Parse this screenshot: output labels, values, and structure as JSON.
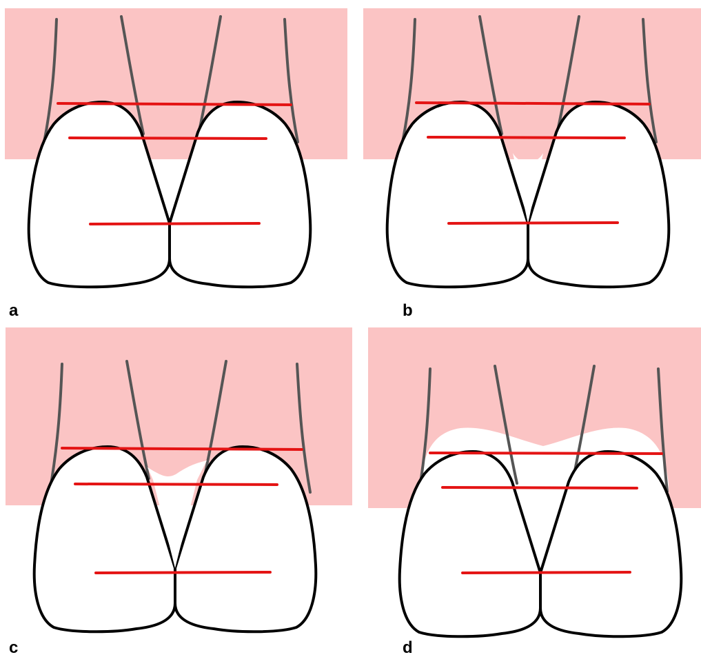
{
  "colors": {
    "gingiva": "#fbc4c4",
    "tooth_fill": "#ffffff",
    "tooth_outline": "#000000",
    "root_outline": "#555555",
    "reference_line": "#e41414",
    "background": "#ffffff"
  },
  "panels": [
    {
      "label": "a",
      "papilla": "complete"
    },
    {
      "label": "b",
      "papilla": "slight-loss"
    },
    {
      "label": "c",
      "papilla": "loss-below-contact"
    },
    {
      "label": "d",
      "papilla": "loss-with-recession"
    }
  ],
  "icons": [
    "tooth-crown-icon",
    "tooth-root-icon",
    "reference-line-icon"
  ]
}
